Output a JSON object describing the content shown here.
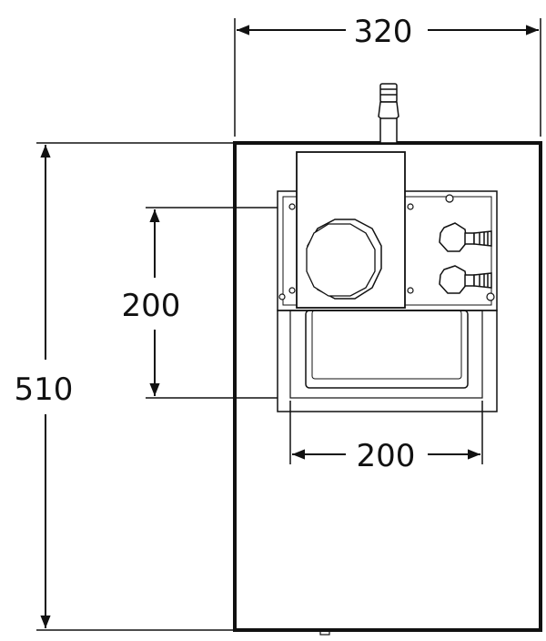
{
  "dimensions": {
    "overall_width": "320",
    "overall_height": "510",
    "inner_height": "200",
    "inner_width": "200"
  },
  "colors": {
    "line": "#111111",
    "background": "#ffffff"
  }
}
